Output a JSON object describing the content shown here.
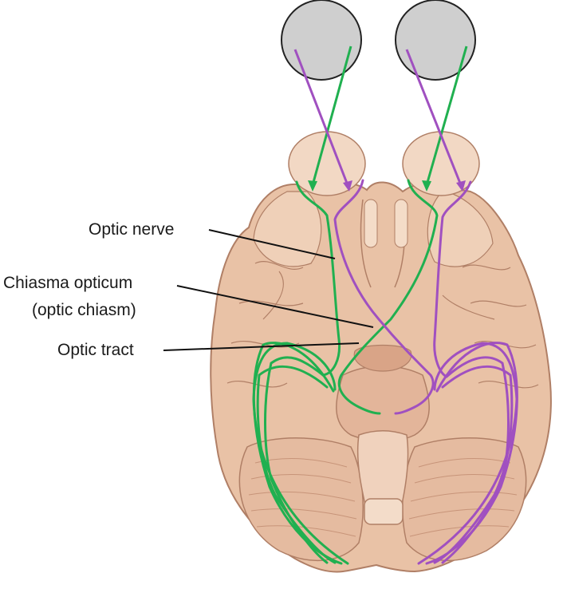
{
  "labels": {
    "optic_nerve": "Optic nerve",
    "chiasma_opticum": "Chiasma opticum",
    "optic_chiasm": "(optic chiasm)",
    "optic_tract": "Optic tract"
  },
  "colors": {
    "brain_fill": "#e9c2a6",
    "brain_shade": "#d9a487",
    "brain_outline": "#b07f66",
    "eyeball_fill": "#cfcfcf",
    "eyeball_outline": "#222222",
    "green_pathway": "#20b050",
    "purple_pathway": "#a050c0",
    "leader_line": "#111111"
  }
}
